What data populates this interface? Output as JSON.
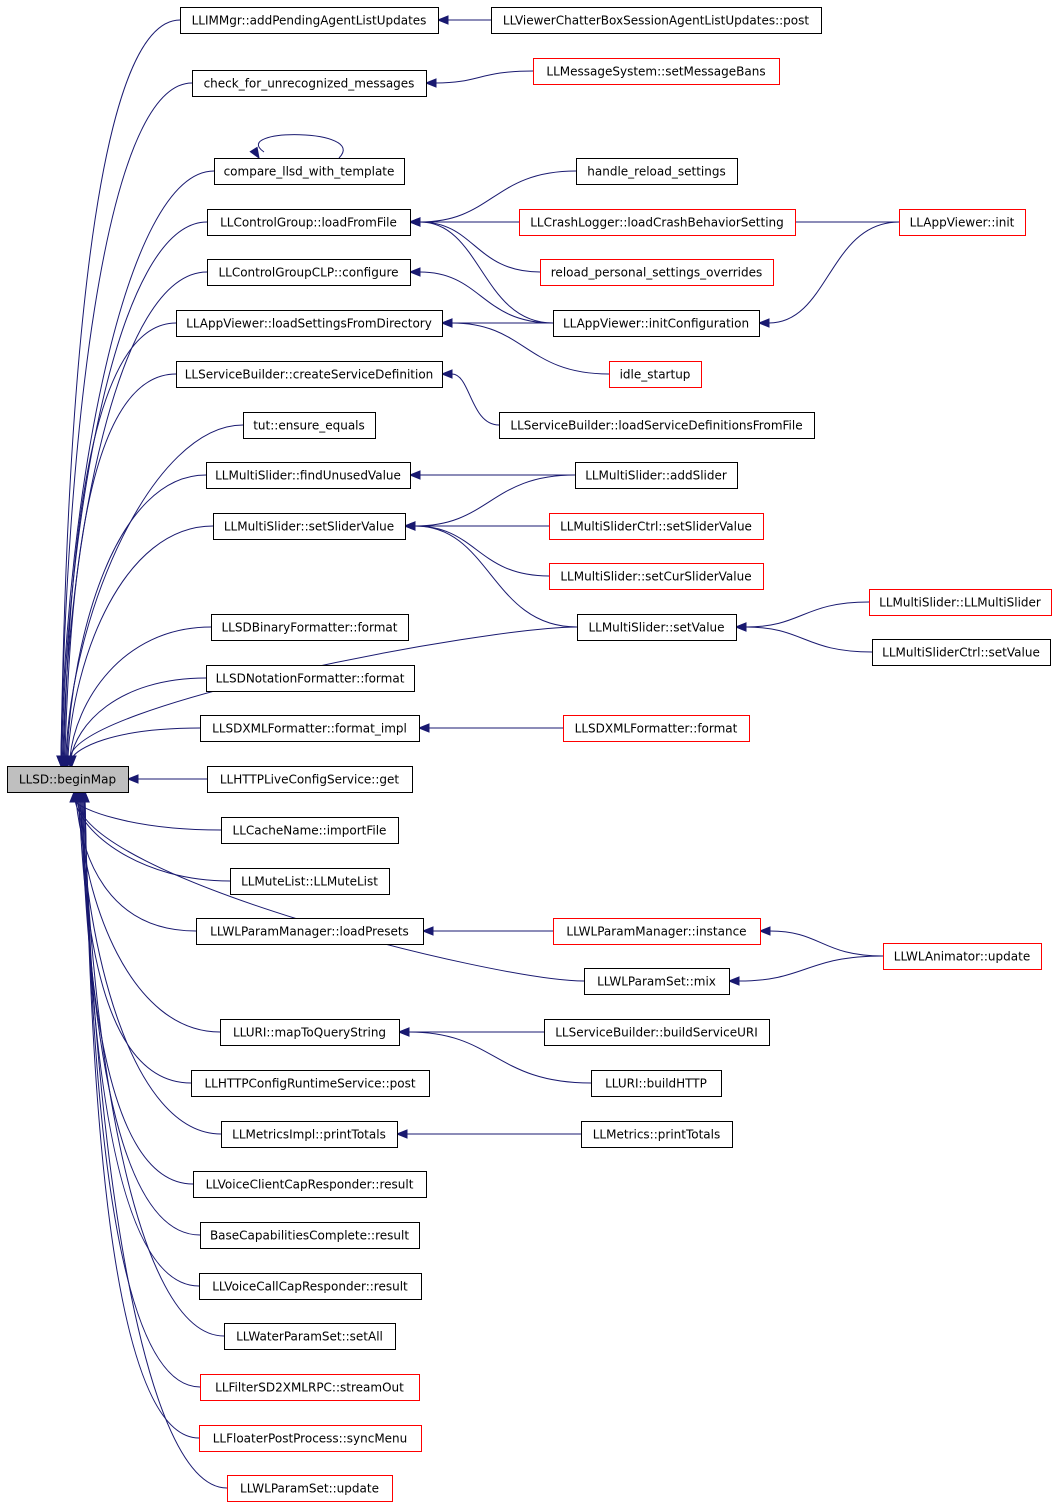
{
  "graph": {
    "type": "caller-graph",
    "root": "LLSD::beginMap",
    "colors": {
      "edge": "#191970",
      "border_normal": "#000000",
      "border_truncated": "#ff0000",
      "root_fill": "#bfbfbf",
      "node_fill": "#ffffff"
    },
    "nodes": [
      {
        "id": "root",
        "label": "LLSD::beginMap",
        "style": "root"
      },
      {
        "id": "n1",
        "label": "LLIMMgr::addPendingAgentListUpdates",
        "style": "normal"
      },
      {
        "id": "n2",
        "label": "check_for_unrecognized_messages",
        "style": "normal"
      },
      {
        "id": "n3",
        "label": "compare_llsd_with_template",
        "style": "normal"
      },
      {
        "id": "n4",
        "label": "LLControlGroup::loadFromFile",
        "style": "normal"
      },
      {
        "id": "n5",
        "label": "LLControlGroupCLP::configure",
        "style": "normal"
      },
      {
        "id": "n6",
        "label": "LLAppViewer::loadSettingsFromDirectory",
        "style": "normal"
      },
      {
        "id": "n7",
        "label": "LLServiceBuilder::createServiceDefinition",
        "style": "normal"
      },
      {
        "id": "n8",
        "label": "tut::ensure_equals",
        "style": "normal"
      },
      {
        "id": "n9",
        "label": "LLMultiSlider::findUnusedValue",
        "style": "normal"
      },
      {
        "id": "n10",
        "label": "LLMultiSlider::setSliderValue",
        "style": "normal"
      },
      {
        "id": "n11",
        "label": "LLSDBinaryFormatter::format",
        "style": "normal"
      },
      {
        "id": "n12",
        "label": "LLSDNotationFormatter::format",
        "style": "normal"
      },
      {
        "id": "n13",
        "label": "LLSDXMLFormatter::format_impl",
        "style": "normal"
      },
      {
        "id": "n14",
        "label": "LLHTTPLiveConfigService::get",
        "style": "normal"
      },
      {
        "id": "n15",
        "label": "LLCacheName::importFile",
        "style": "normal"
      },
      {
        "id": "n16",
        "label": "LLMuteList::LLMuteList",
        "style": "normal"
      },
      {
        "id": "n17",
        "label": "LLWLParamManager::loadPresets",
        "style": "normal"
      },
      {
        "id": "n18",
        "label": "LLURI::mapToQueryString",
        "style": "normal"
      },
      {
        "id": "n19",
        "label": "LLHTTPConfigRuntimeService::post",
        "style": "normal"
      },
      {
        "id": "n20",
        "label": "LLMetricsImpl::printTotals",
        "style": "normal"
      },
      {
        "id": "n21",
        "label": "LLVoiceClientCapResponder::result",
        "style": "normal"
      },
      {
        "id": "n22",
        "label": "BaseCapabilitiesComplete::result",
        "style": "normal"
      },
      {
        "id": "n23",
        "label": "LLVoiceCallCapResponder::result",
        "style": "normal"
      },
      {
        "id": "n24",
        "label": "LLWaterParamSet::setAll",
        "style": "normal"
      },
      {
        "id": "n25",
        "label": "LLFilterSD2XMLRPC::streamOut",
        "style": "truncated"
      },
      {
        "id": "n26",
        "label": "LLFloaterPostProcess::syncMenu",
        "style": "truncated"
      },
      {
        "id": "n27",
        "label": "LLWLParamSet::update",
        "style": "truncated"
      },
      {
        "id": "m1",
        "label": "LLViewerChatterBoxSessionAgentListUpdates::post",
        "style": "normal"
      },
      {
        "id": "m2",
        "label": "LLMessageSystem::setMessageBans",
        "style": "truncated"
      },
      {
        "id": "m3",
        "label": "handle_reload_settings",
        "style": "normal"
      },
      {
        "id": "m4",
        "label": "LLCrashLogger::loadCrashBehaviorSetting",
        "style": "truncated"
      },
      {
        "id": "m5",
        "label": "reload_personal_settings_overrides",
        "style": "truncated"
      },
      {
        "id": "m6",
        "label": "LLAppViewer::initConfiguration",
        "style": "normal"
      },
      {
        "id": "m7",
        "label": "idle_startup",
        "style": "truncated"
      },
      {
        "id": "m8",
        "label": "LLServiceBuilder::loadServiceDefinitionsFromFile",
        "style": "normal"
      },
      {
        "id": "m9",
        "label": "LLMultiSlider::addSlider",
        "style": "normal"
      },
      {
        "id": "m10",
        "label": "LLMultiSliderCtrl::setSliderValue",
        "style": "truncated"
      },
      {
        "id": "m11",
        "label": "LLMultiSlider::setCurSliderValue",
        "style": "truncated"
      },
      {
        "id": "m12",
        "label": "LLMultiSlider::setValue",
        "style": "normal"
      },
      {
        "id": "m13",
        "label": "LLSDXMLFormatter::format",
        "style": "truncated"
      },
      {
        "id": "m14",
        "label": "LLWLParamManager::instance",
        "style": "truncated"
      },
      {
        "id": "m15",
        "label": "LLWLParamSet::mix",
        "style": "normal"
      },
      {
        "id": "m16",
        "label": "LLServiceBuilder::buildServiceURI",
        "style": "normal"
      },
      {
        "id": "m17",
        "label": "LLURI::buildHTTP",
        "style": "normal"
      },
      {
        "id": "m18",
        "label": "LLMetrics::printTotals",
        "style": "normal"
      },
      {
        "id": "r1",
        "label": "LLAppViewer::init",
        "style": "truncated"
      },
      {
        "id": "r2",
        "label": "LLMultiSlider::LLMultiSlider",
        "style": "truncated"
      },
      {
        "id": "r3",
        "label": "LLMultiSliderCtrl::setValue",
        "style": "normal"
      },
      {
        "id": "r4",
        "label": "LLWLAnimator::update",
        "style": "truncated"
      }
    ],
    "edges": [
      [
        "n1",
        "root"
      ],
      [
        "n2",
        "root"
      ],
      [
        "n3",
        "root"
      ],
      [
        "n4",
        "root"
      ],
      [
        "n5",
        "root"
      ],
      [
        "n6",
        "root"
      ],
      [
        "n7",
        "root"
      ],
      [
        "n8",
        "root"
      ],
      [
        "n9",
        "root"
      ],
      [
        "n10",
        "root"
      ],
      [
        "m12",
        "root"
      ],
      [
        "n11",
        "root"
      ],
      [
        "n12",
        "root"
      ],
      [
        "n13",
        "root"
      ],
      [
        "n14",
        "root"
      ],
      [
        "n15",
        "root"
      ],
      [
        "n16",
        "root"
      ],
      [
        "n17",
        "root"
      ],
      [
        "m15",
        "root"
      ],
      [
        "n18",
        "root"
      ],
      [
        "n19",
        "root"
      ],
      [
        "n20",
        "root"
      ],
      [
        "n21",
        "root"
      ],
      [
        "n22",
        "root"
      ],
      [
        "n23",
        "root"
      ],
      [
        "n24",
        "root"
      ],
      [
        "n25",
        "root"
      ],
      [
        "n26",
        "root"
      ],
      [
        "n27",
        "root"
      ],
      [
        "m1",
        "n1"
      ],
      [
        "m2",
        "n2"
      ],
      [
        "n3",
        "n3"
      ],
      [
        "r1",
        "n4"
      ],
      [
        "m3",
        "n4"
      ],
      [
        "m4",
        "n4"
      ],
      [
        "m5",
        "n4"
      ],
      [
        "m6",
        "n4"
      ],
      [
        "m6",
        "n5"
      ],
      [
        "m6",
        "n6"
      ],
      [
        "m7",
        "n6"
      ],
      [
        "r1",
        "m6"
      ],
      [
        "m8",
        "n7"
      ],
      [
        "m9",
        "n9"
      ],
      [
        "m9",
        "n10"
      ],
      [
        "m10",
        "n10"
      ],
      [
        "m11",
        "n10"
      ],
      [
        "m12",
        "n10"
      ],
      [
        "r2",
        "m12"
      ],
      [
        "r3",
        "m12"
      ],
      [
        "m13",
        "n13"
      ],
      [
        "m14",
        "n17"
      ],
      [
        "r4",
        "m14"
      ],
      [
        "r4",
        "m15"
      ],
      [
        "m16",
        "n18"
      ],
      [
        "m17",
        "n18"
      ],
      [
        "m18",
        "n20"
      ]
    ]
  }
}
